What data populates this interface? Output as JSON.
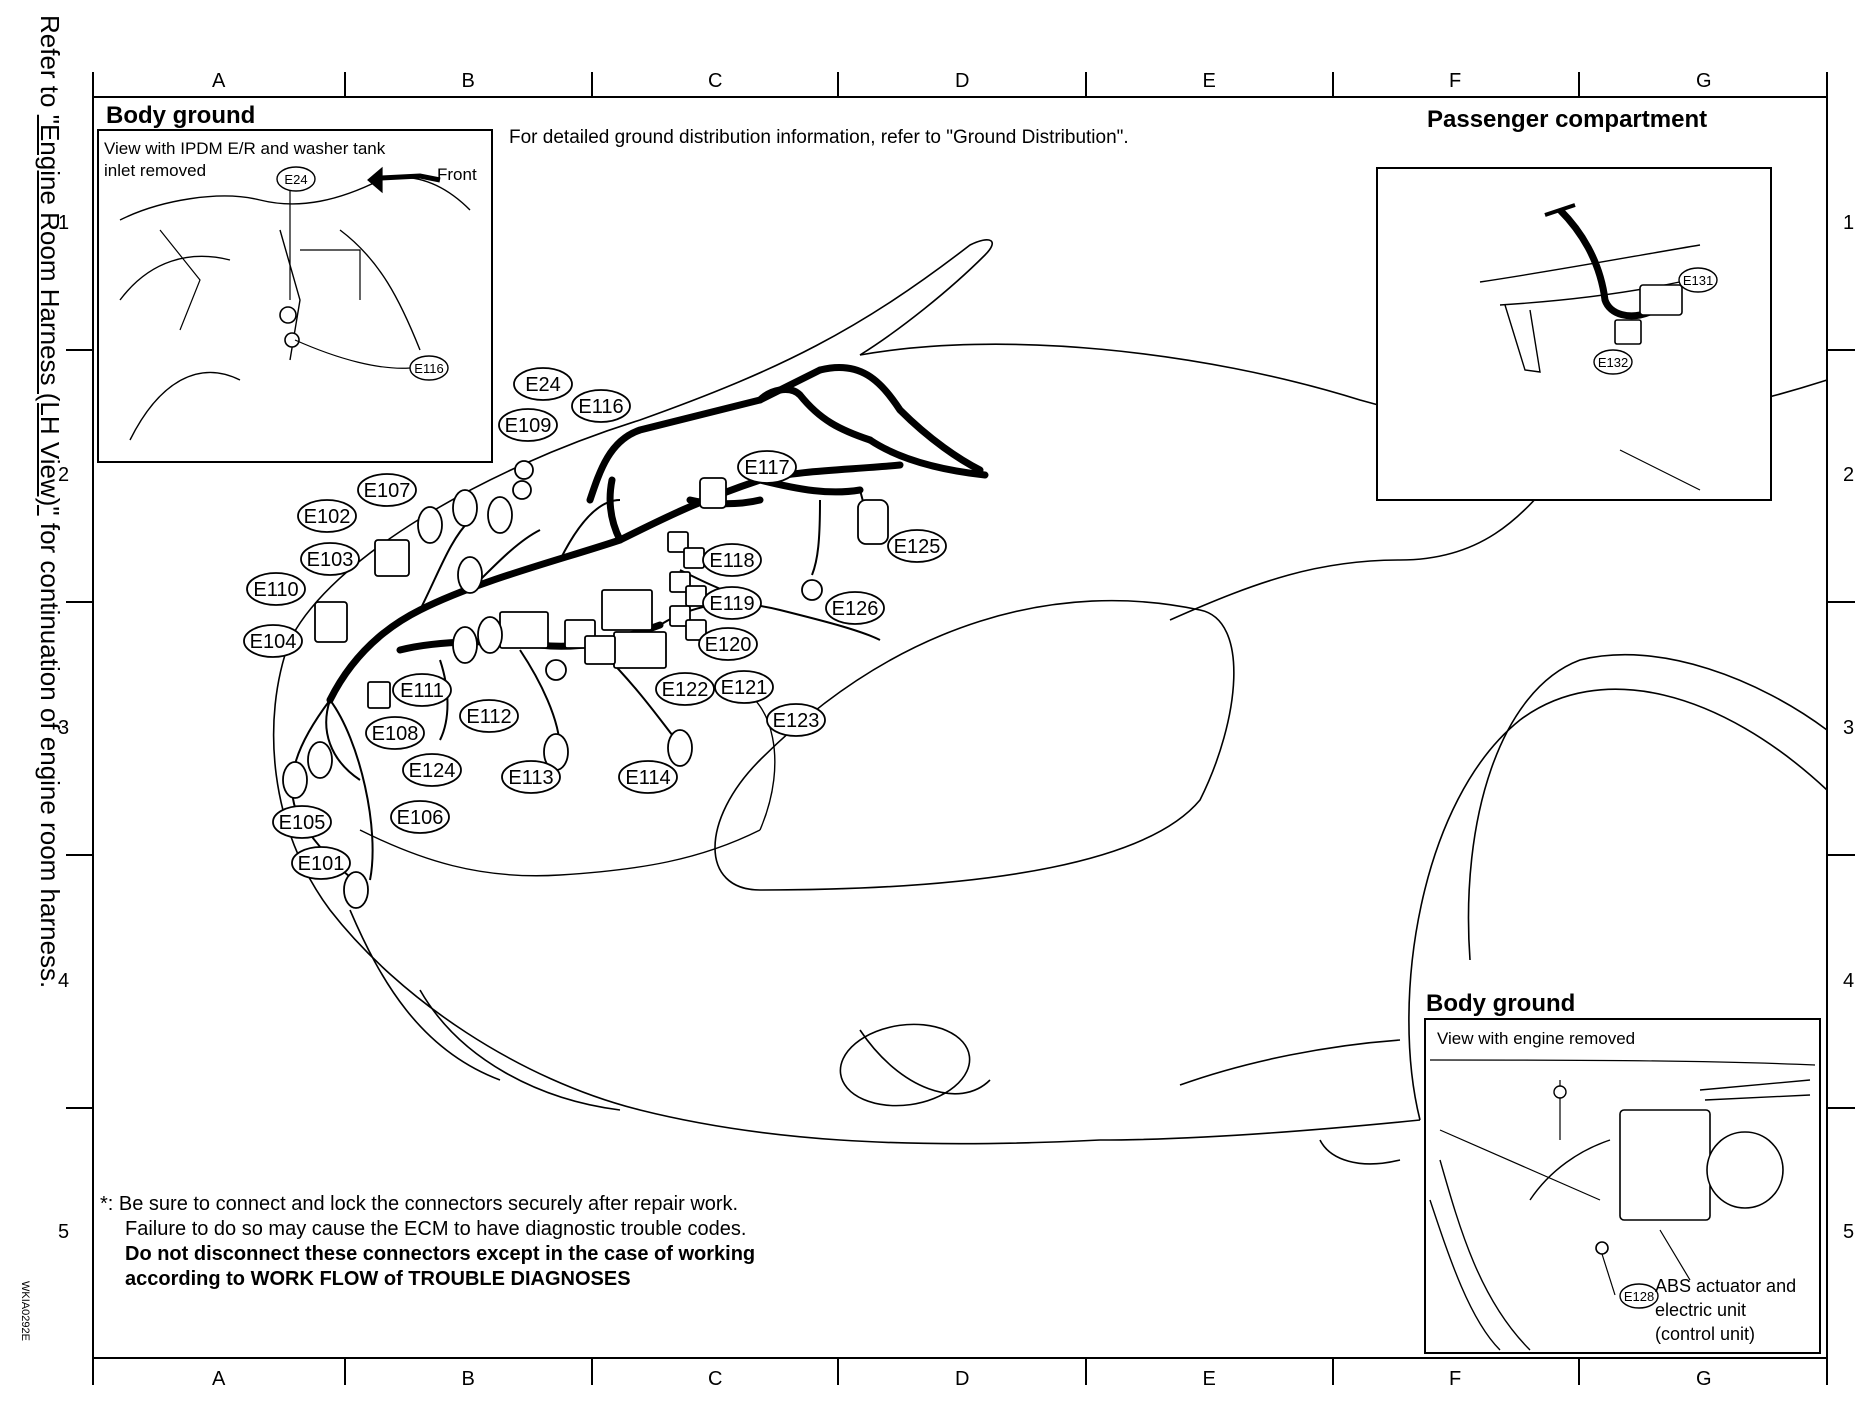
{
  "side_note": {
    "prefix": "Refer to ",
    "link": "\"Engine Room Harness (LH View)\"",
    "suffix": " for continuation of engine room harness."
  },
  "figure_code": "WKIA0292E",
  "grid": {
    "columns": [
      "A",
      "B",
      "C",
      "D",
      "E",
      "F",
      "G"
    ],
    "rows": [
      "1",
      "2",
      "3",
      "4",
      "5"
    ]
  },
  "top_left_inset": {
    "title": "Body ground",
    "caption_line1": "View with IPDM E/R and washer tank",
    "caption_line2": "inlet removed",
    "front_label": "Front",
    "connectors": [
      "E24",
      "E116"
    ]
  },
  "ground_note": "For detailed ground distribution information, refer to \"Ground Distribution\".",
  "passenger_inset": {
    "title": "Passenger compartment",
    "connectors": [
      "E131",
      "E132"
    ]
  },
  "bottom_right_inset": {
    "title": "Body ground",
    "caption": "View with engine removed",
    "connector": "E128",
    "abs_line1": "ABS actuator and",
    "abs_line2": "electric unit",
    "abs_line3": "(control unit)"
  },
  "connectors": [
    {
      "label": "E24"
    },
    {
      "label": "E116"
    },
    {
      "label": "E109"
    },
    {
      "label": "E117"
    },
    {
      "label": "E107"
    },
    {
      "label": "E102"
    },
    {
      "label": "E103"
    },
    {
      "label": "E110"
    },
    {
      "label": "E104"
    },
    {
      "label": "E118"
    },
    {
      "label": "E119"
    },
    {
      "label": "E120"
    },
    {
      "label": "E125"
    },
    {
      "label": "E126"
    },
    {
      "label": "E121"
    },
    {
      "label": "E122"
    },
    {
      "label": "E123"
    },
    {
      "label": "E111"
    },
    {
      "label": "E108"
    },
    {
      "label": "E112"
    },
    {
      "label": "E124"
    },
    {
      "label": "E113"
    },
    {
      "label": "E114"
    },
    {
      "label": "E106"
    },
    {
      "label": "E105"
    },
    {
      "label": "E101"
    }
  ],
  "footer": {
    "line1": "*: Be sure to connect and lock the connectors securely after repair work.",
    "line2": "Failure to do so may cause the ECM to have diagnostic trouble codes.",
    "line3": "Do not disconnect these connectors except in the case of working",
    "line4": "according to WORK FLOW of TROUBLE DIAGNOSES"
  }
}
